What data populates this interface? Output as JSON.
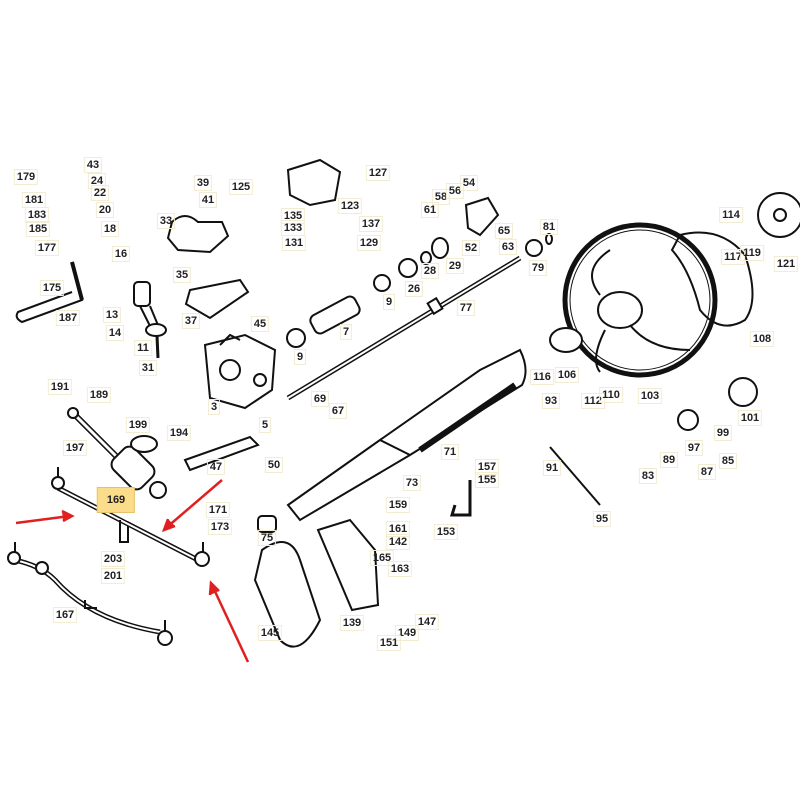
{
  "diagram": {
    "highlighted_part": "169",
    "highlight_color": "#fbdc8a",
    "arrow_color": "#e02020",
    "labels": [
      "179",
      "43",
      "24",
      "22",
      "39",
      "125",
      "127",
      "58",
      "56",
      "54",
      "181",
      "20",
      "41",
      "123",
      "61",
      "183",
      "135",
      "137",
      "185",
      "18",
      "33",
      "133",
      "52",
      "65",
      "81",
      "114",
      "177",
      "16",
      "131",
      "129",
      "63",
      "117",
      "119",
      "121",
      "79",
      "26",
      "28",
      "29",
      "35",
      "175",
      "13",
      "37",
      "45",
      "77",
      "108",
      "187",
      "14",
      "9",
      "9",
      "7",
      "11",
      "31",
      "191",
      "189",
      "116",
      "106",
      "112",
      "110",
      "103",
      "101",
      "93",
      "69",
      "67",
      "3",
      "5",
      "199",
      "197",
      "194",
      "47",
      "50",
      "71",
      "99",
      "97",
      "89",
      "85",
      "87",
      "83",
      "91",
      "157",
      "155",
      "73",
      "169",
      "171",
      "173",
      "95",
      "159",
      "161",
      "142",
      "153",
      "75",
      "203",
      "165",
      "163",
      "201",
      "167",
      "145",
      "139",
      "147",
      "149",
      "151"
    ]
  }
}
